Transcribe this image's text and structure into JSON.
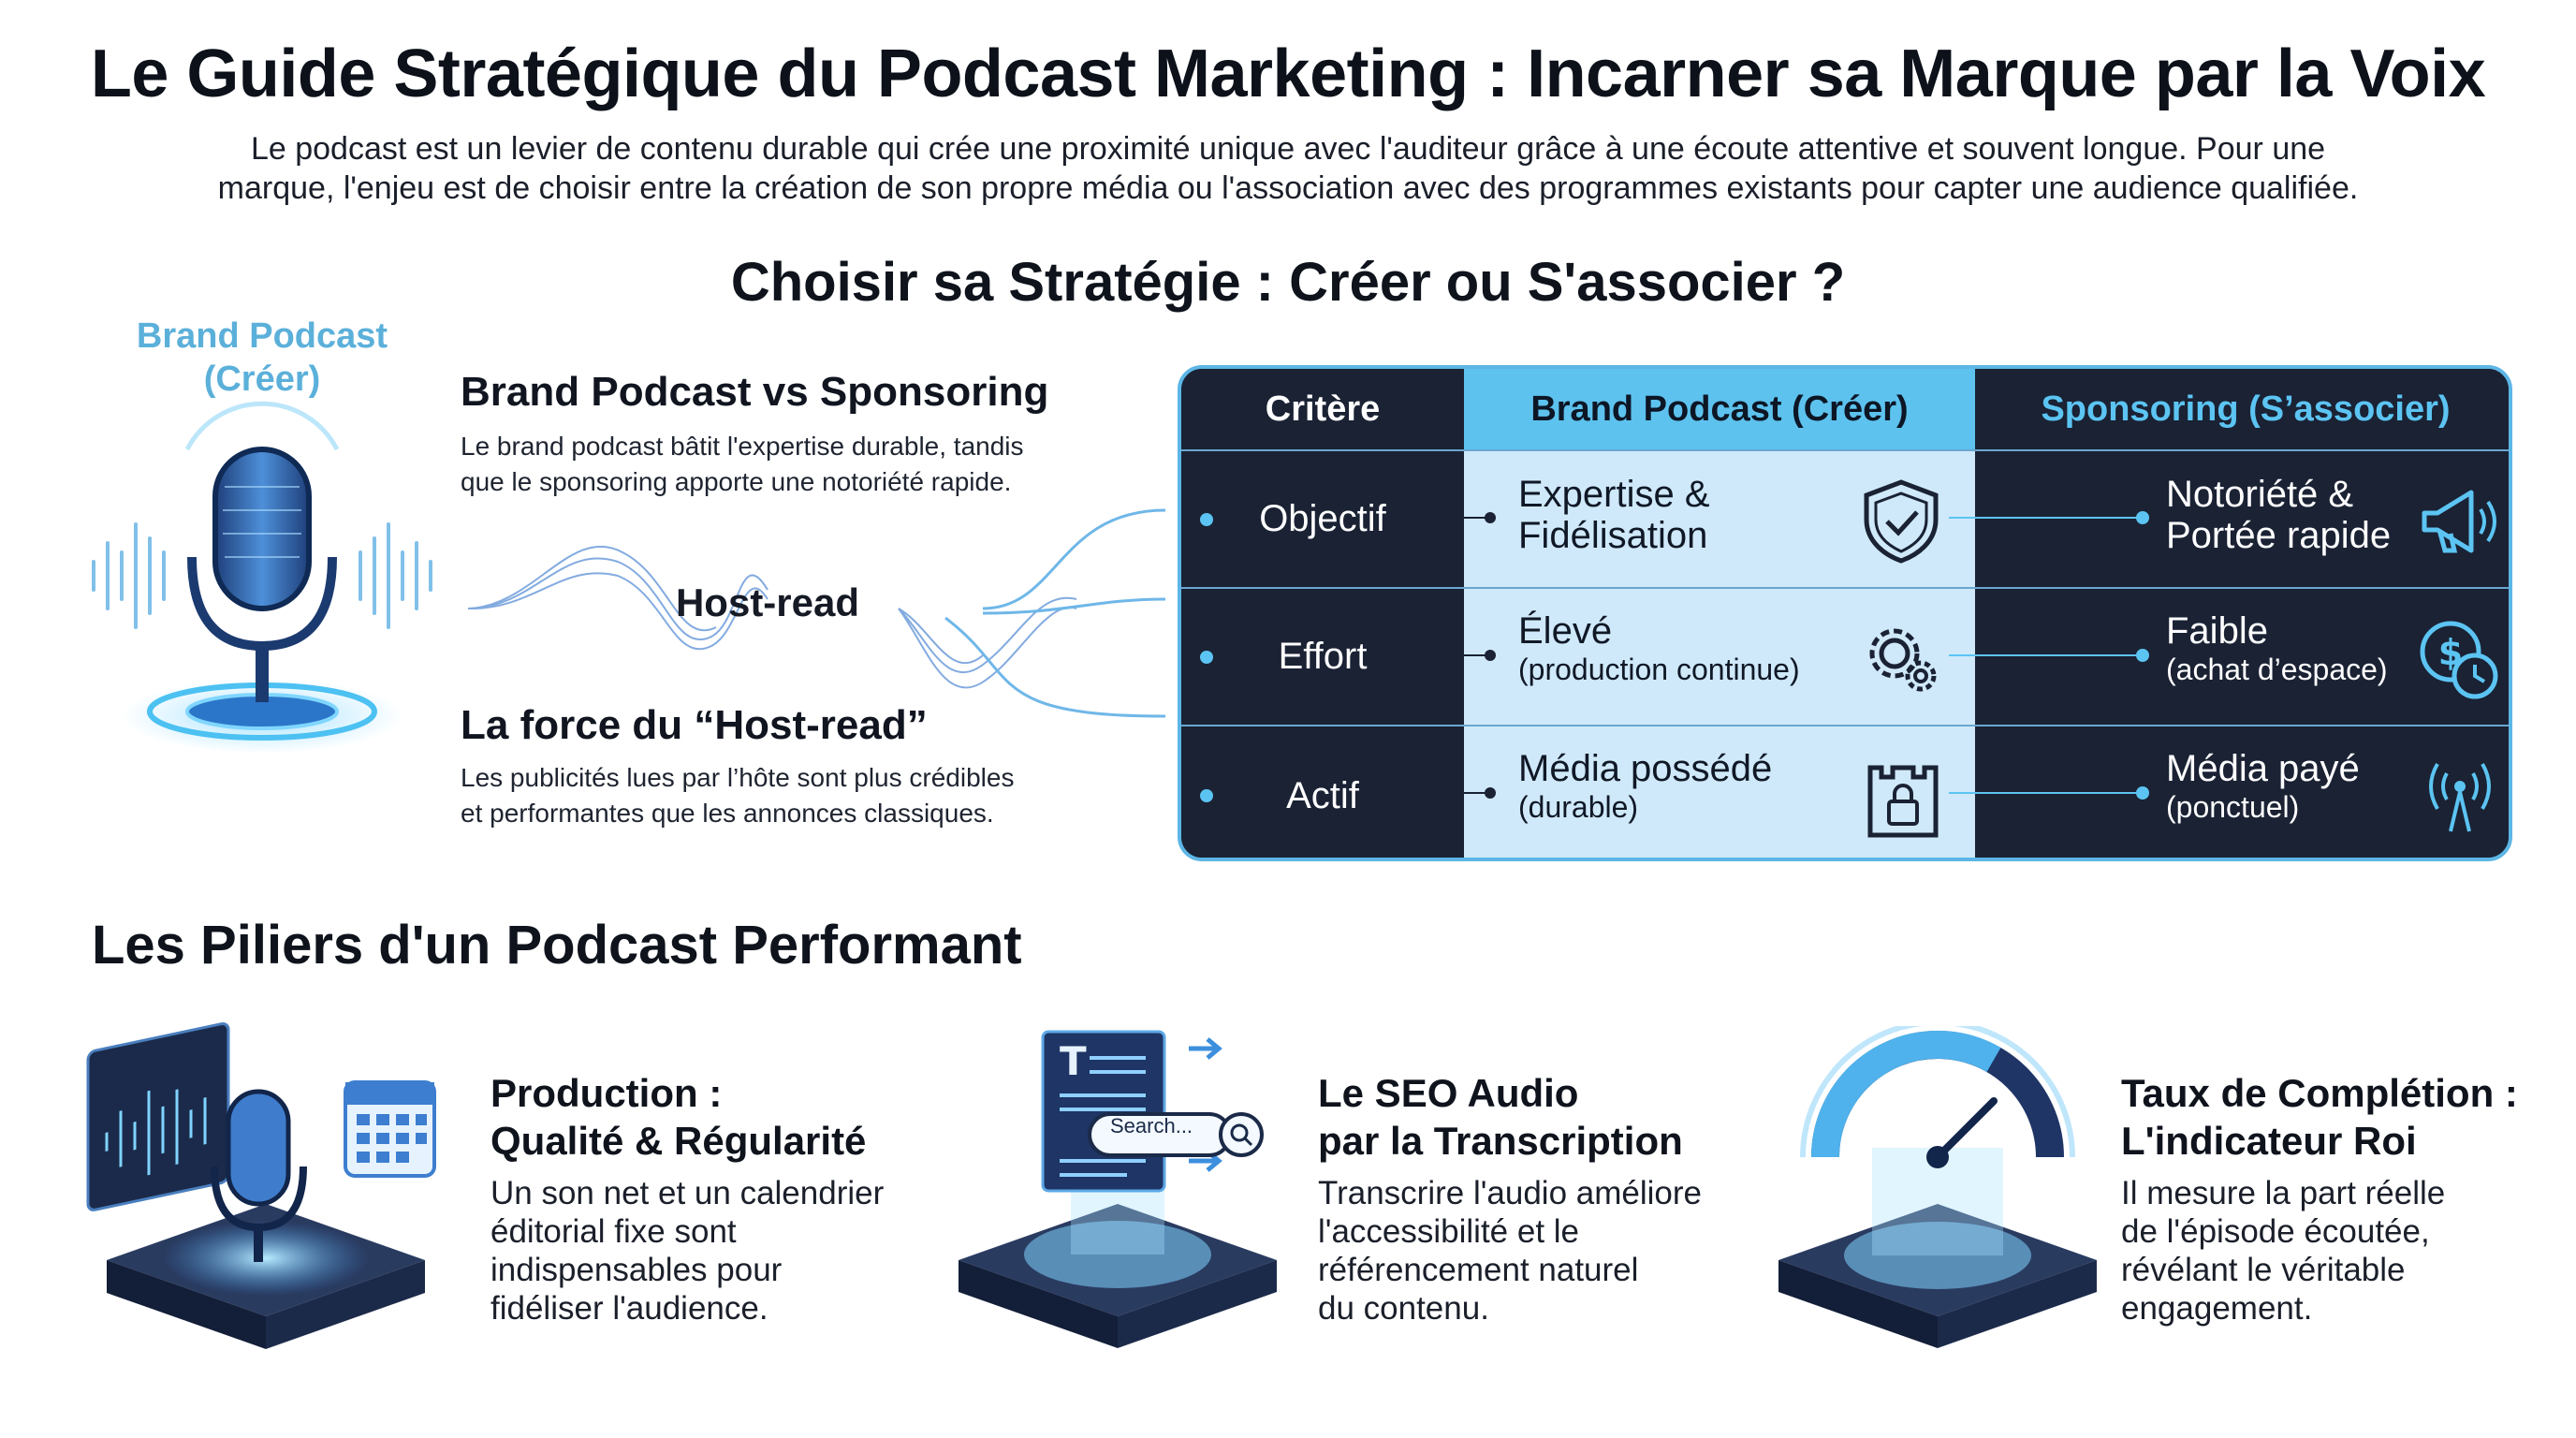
{
  "header": {
    "title": "Le Guide Stratégique du Podcast Marketing : Incarner sa Marque par la Voix",
    "intro_line1": "Le podcast est un levier de contenu durable qui crée une proximité unique avec l'auditeur grâce à une écoute attentive et souvent longue. Pour une",
    "intro_line2": "marque, l'enjeu est de choisir entre la création de son propre média ou l'association avec des programmes existants pour capter une audience qualifiée."
  },
  "strategy": {
    "title": "Choisir sa Stratégie : Créer ou S'associer ?",
    "brand_label_line1": "Brand Podcast",
    "brand_label_line2": "(Créer)",
    "vs_title": "Brand Podcast vs Sponsoring",
    "vs_text_line1": "Le brand podcast bâtit l'expertise durable, tandis",
    "vs_text_line2": "que le sponsoring apporte une notoriété rapide.",
    "hostread_label": "Host-read",
    "force_title": "La force du “Host-read”",
    "force_text_line1": "Les publicités lues par l’hôte sont plus crédibles",
    "force_text_line2": "et performantes que les annonces classiques."
  },
  "table": {
    "headers": [
      "Critère",
      "Brand Podcast (Créer)",
      "Sponsoring (S’associer)"
    ],
    "rows": [
      {
        "criterion": "Objectif",
        "brand_main_1": "Expertise &",
        "brand_main_2": "Fidélisation",
        "brand_icon": "shield-check-icon",
        "sponsor_main_1": "Notoriété &",
        "sponsor_main_2": "Portée rapide",
        "sponsor_icon": "megaphone-icon"
      },
      {
        "criterion": "Effort",
        "brand_main": "Élevé",
        "brand_sub": "(production continue)",
        "brand_icon": "gears-icon",
        "sponsor_main": "Faible",
        "sponsor_sub": "(achat d’espace)",
        "sponsor_icon": "dollar-clock-icon"
      },
      {
        "criterion": "Actif",
        "brand_main": "Média possédé",
        "brand_sub": "(durable)",
        "brand_icon": "castle-lock-icon",
        "sponsor_main": "Média payé",
        "sponsor_sub": "(ponctuel)",
        "sponsor_icon": "broadcast-icon"
      }
    ]
  },
  "pillars": {
    "title": "Les Piliers d'un Podcast Performant",
    "items": [
      {
        "title_1": "Production :",
        "title_2": "Qualité & Régularité",
        "text": [
          "Un son net et un calendrier",
          "éditorial fixe sont",
          "indispensables pour",
          "fidéliser l'audience."
        ],
        "icon": "studio-mic-icon"
      },
      {
        "title_1": "Le SEO Audio",
        "title_2": "par la Transcription",
        "text": [
          "Transcrire l'audio améliore",
          "l'accessibilité et le",
          "référencement naturel",
          "du contenu."
        ],
        "icon": "transcript-search-icon",
        "search_text": "Search..."
      },
      {
        "title_1": "Taux de Complétion :",
        "title_2": "L'indicateur Roi",
        "text": [
          "Il mesure la part réelle",
          "de l'épisode écoutée,",
          "révélant le véritable",
          "engagement."
        ],
        "icon": "gauge-icon"
      }
    ]
  },
  "colors": {
    "accent_light": "#5bb0da",
    "table_dark": "#1a2234",
    "table_light": "#cfe9fa",
    "table_header_blue": "#5dc2ee",
    "sponsor_header_text": "#5cc4f2"
  }
}
